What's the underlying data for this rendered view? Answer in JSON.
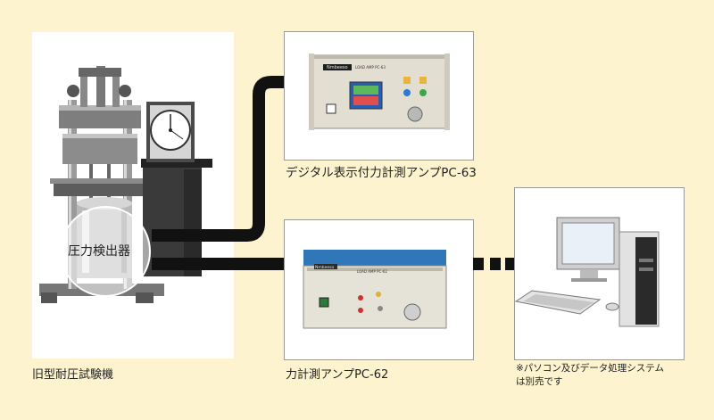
{
  "captions": {
    "machine": "旧型耐圧試験機",
    "pc63": "デジタル表示付力計測アンプPC-63",
    "pc62": "力計測アンプPC-62",
    "pc_line1": "※パソコン及びデータ処理システム",
    "pc_line2": "は別売です"
  },
  "sensor_label": "圧力検出器",
  "device_labels": {
    "pc63_brand": "Nmbeeso",
    "pc63_model": "LOAD AMP PC-63",
    "pc62_brand": "Nmbeeso",
    "pc62_model": "LOAD AMP PC-62"
  },
  "colors": {
    "background": "#fdf3cf",
    "cable": "#111111",
    "pc62_body": "#2f77b8"
  }
}
